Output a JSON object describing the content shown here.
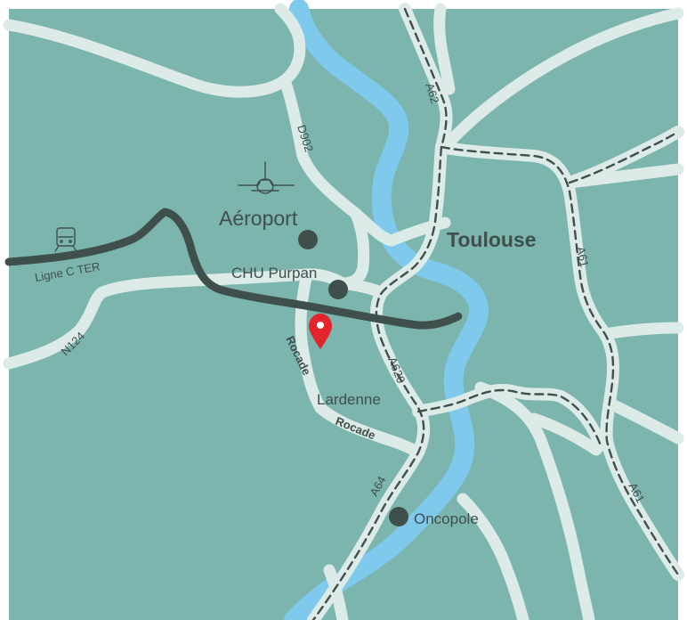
{
  "map": {
    "colors": {
      "land": "#7bb5ae",
      "road": "#dcebe8",
      "road_casing": "#cfe3df",
      "river": "#7ec9ec",
      "highway_dash": "#3f4f4c",
      "rail": "#3f4f4c",
      "text": "#3f4f4c",
      "poi": "#3f4f4c",
      "marker": "#e3242b",
      "marker_hole": "#ffffff"
    },
    "labels": {
      "city": "Toulouse",
      "airport": "Aéroport",
      "chu": "CHU Purpan",
      "lardenne": "Lardenne",
      "oncopole": "Oncopole",
      "ter": "Ligne C TER",
      "rocade_1": "Rocade",
      "rocade_2": "Rocade",
      "n124": "N124",
      "d902": "D902",
      "a62": "A62",
      "a61_upper": "A61",
      "a61_lower": "A61",
      "a620": "A620",
      "a64": "A64"
    },
    "icons": {
      "airport": "airplane-icon",
      "train": "train-icon",
      "marker": "location-pin-icon"
    }
  }
}
